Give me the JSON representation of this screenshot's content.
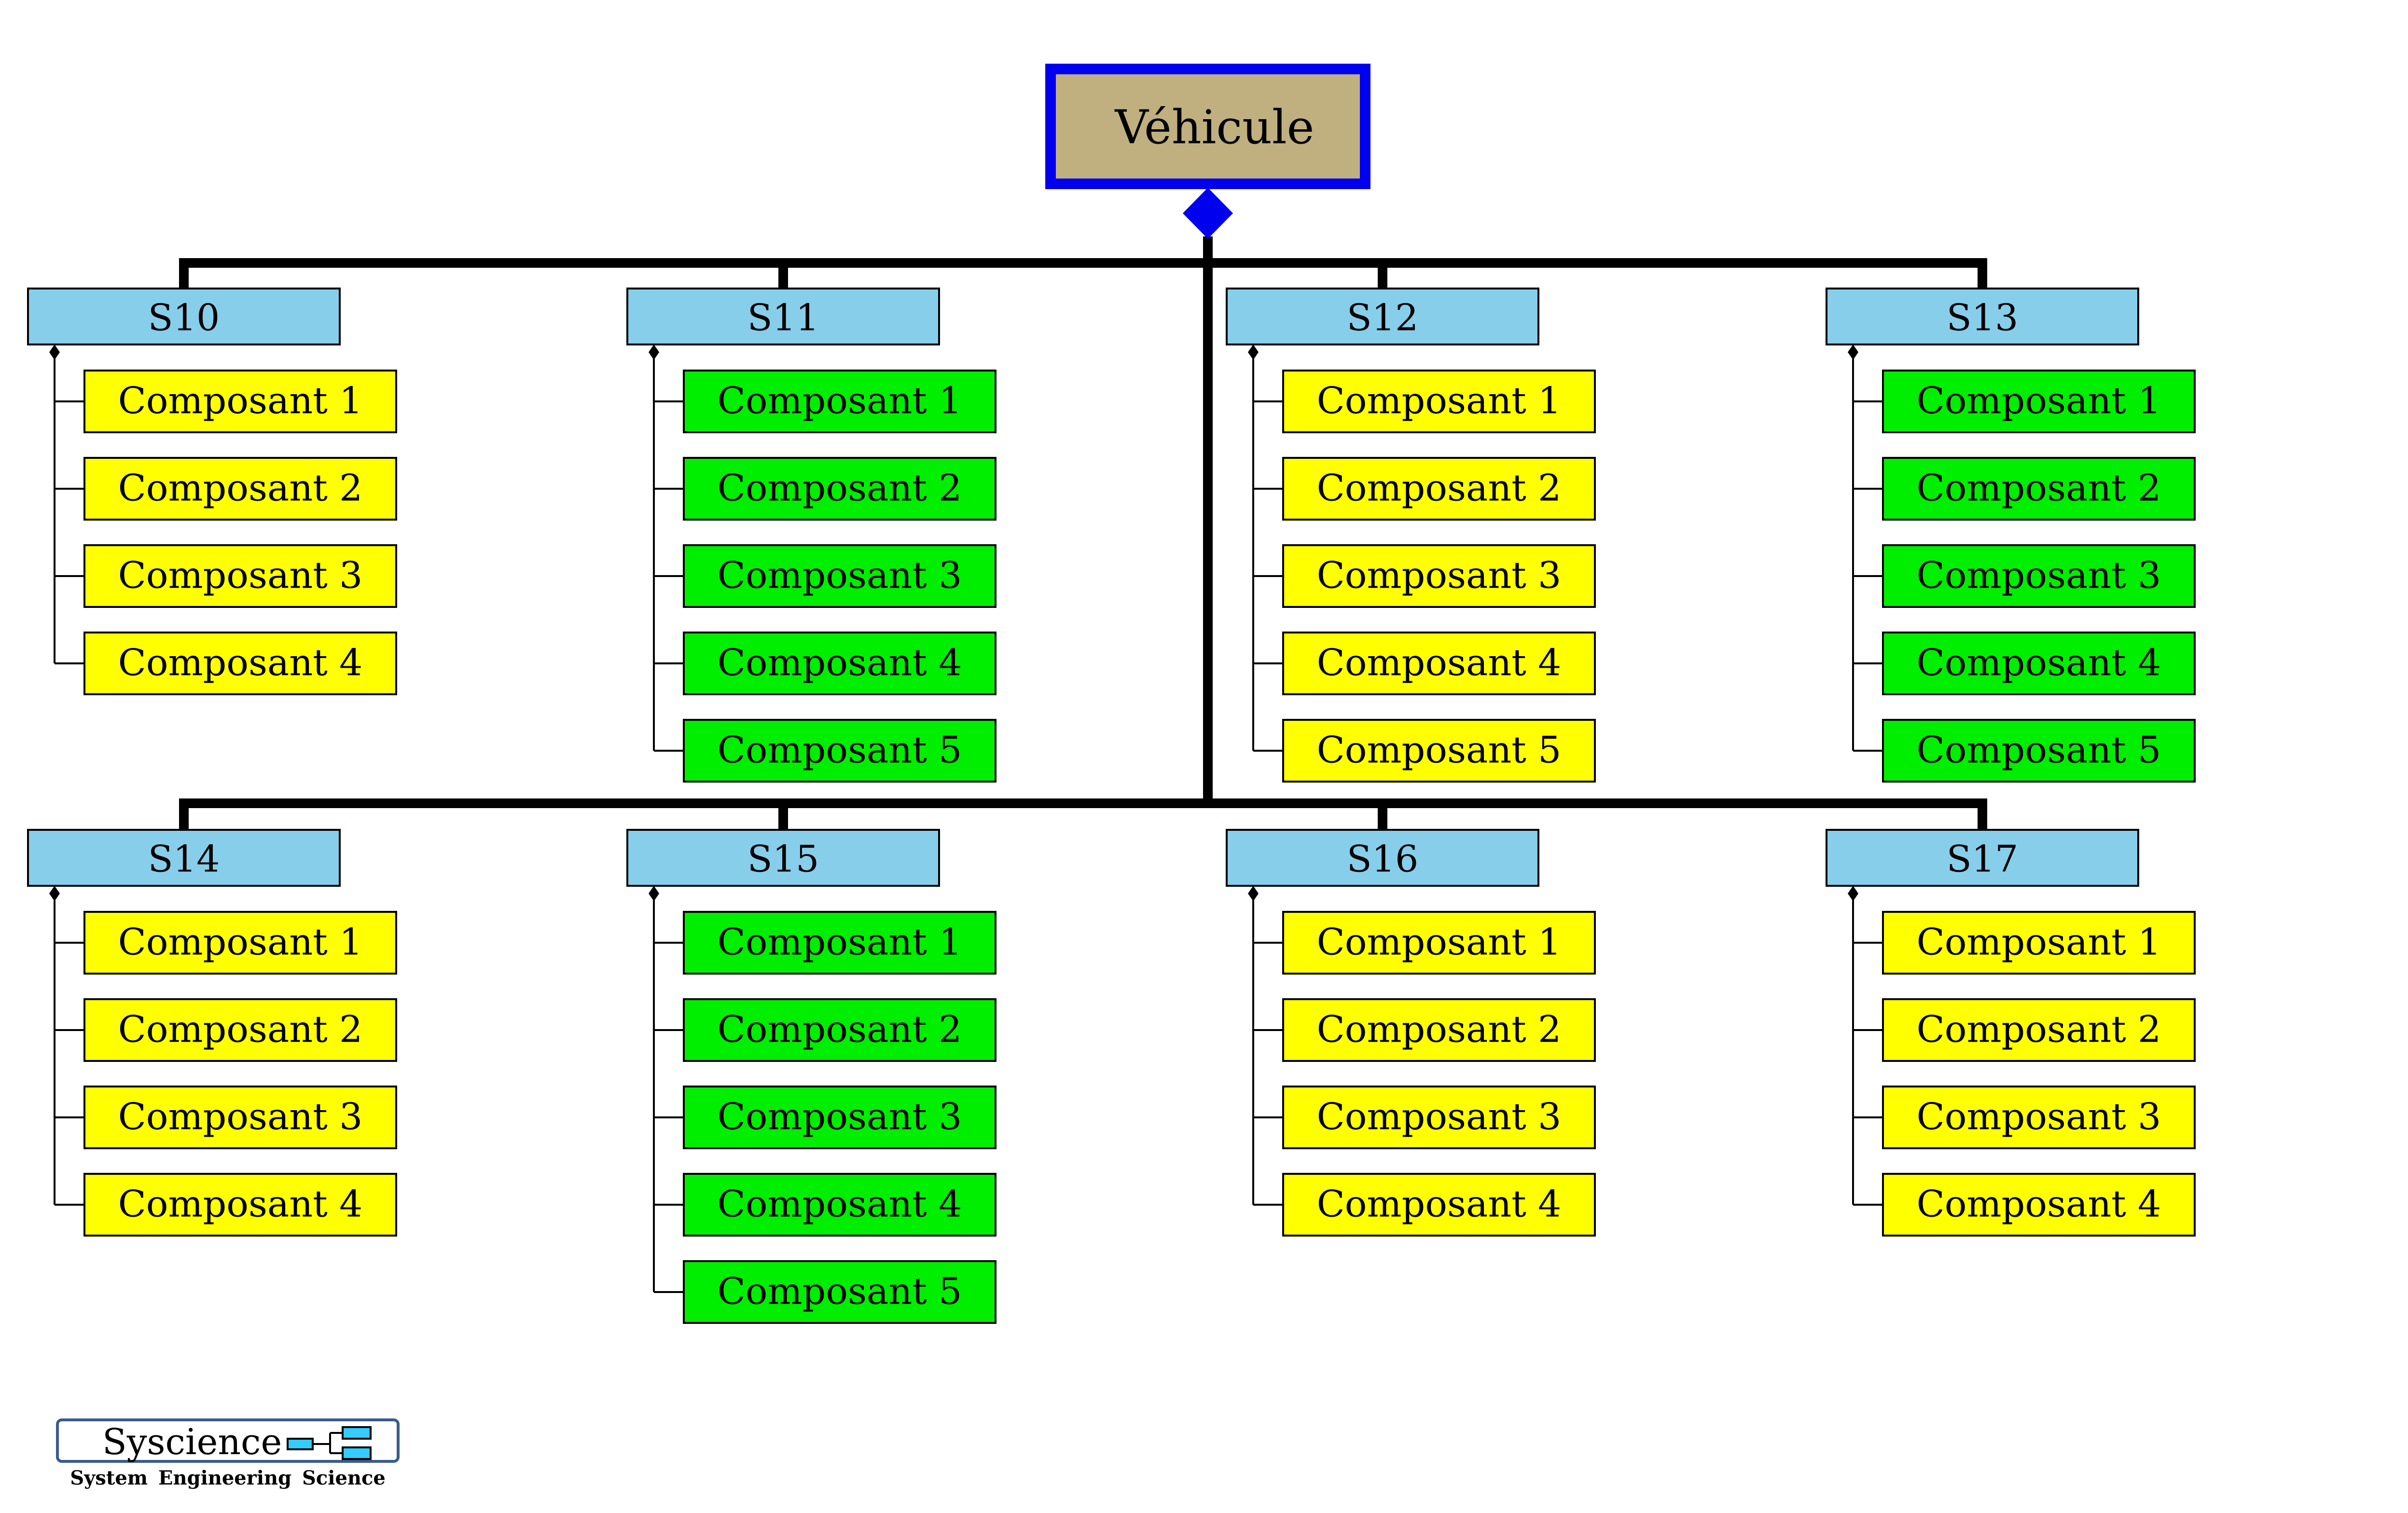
{
  "root": {
    "label": "Véhicule",
    "fill": "#c0b080",
    "border": "#0000ee"
  },
  "colors": {
    "header": "#87ceeb",
    "yellow": "#ffff00",
    "green": "#00ee00",
    "link": "#000000",
    "diamond": "#0000ee"
  },
  "rows": [
    {
      "groups": [
        {
          "label": "S10",
          "color": "yellow",
          "items": [
            "Composant 1",
            "Composant 2",
            "Composant 3",
            "Composant 4"
          ]
        },
        {
          "label": "S11",
          "color": "green",
          "items": [
            "Composant 1",
            "Composant 2",
            "Composant 3",
            "Composant 4",
            "Composant 5"
          ]
        },
        {
          "label": "S12",
          "color": "yellow",
          "items": [
            "Composant 1",
            "Composant 2",
            "Composant 3",
            "Composant 4",
            "Composant 5"
          ]
        },
        {
          "label": "S13",
          "color": "green",
          "items": [
            "Composant 1",
            "Composant 2",
            "Composant 3",
            "Composant 4",
            "Composant 5"
          ]
        }
      ]
    },
    {
      "groups": [
        {
          "label": "S14",
          "color": "yellow",
          "items": [
            "Composant 1",
            "Composant 2",
            "Composant 3",
            "Composant 4"
          ]
        },
        {
          "label": "S15",
          "color": "green",
          "items": [
            "Composant 1",
            "Composant 2",
            "Composant 3",
            "Composant 4",
            "Composant 5"
          ]
        },
        {
          "label": "S16",
          "color": "yellow",
          "items": [
            "Composant 1",
            "Composant 2",
            "Composant 3",
            "Composant 4"
          ]
        },
        {
          "label": "S17",
          "color": "yellow",
          "items": [
            "Composant 1",
            "Composant 2",
            "Composant 3",
            "Composant 4"
          ]
        }
      ]
    }
  ],
  "footer": {
    "title": "Syscience",
    "subtitle": "System Engineering Science"
  }
}
